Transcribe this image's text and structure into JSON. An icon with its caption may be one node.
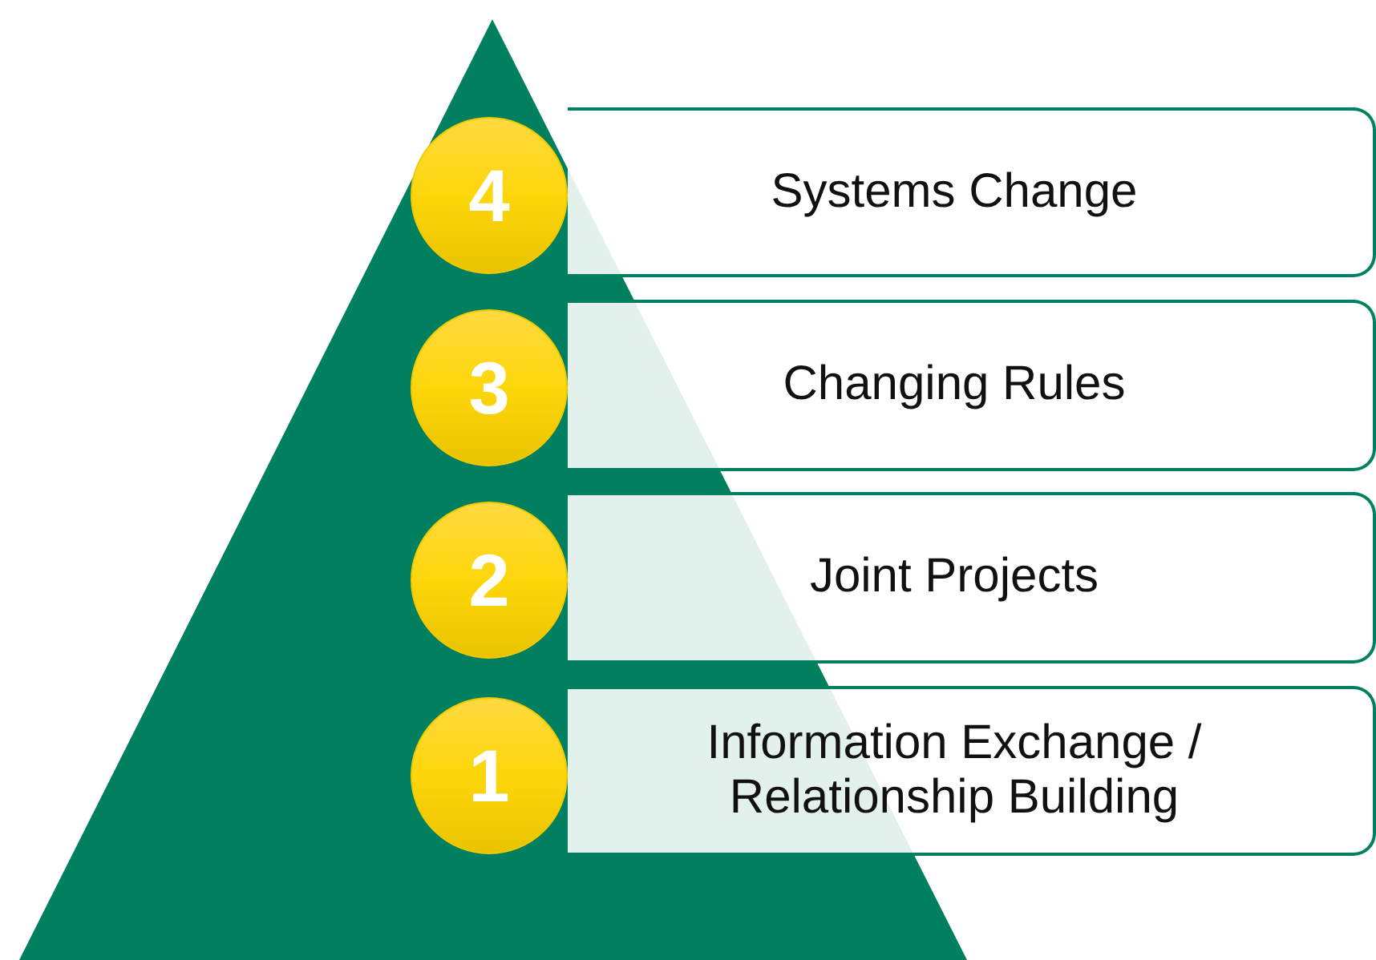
{
  "diagram": {
    "nodes": [
      {
        "text": [
          "4"
        ]
      },
      {
        "text": [
          "Systems Change"
        ]
      },
      {
        "text": [
          "3"
        ]
      },
      {
        "text": [
          "Changing Rules"
        ]
      },
      {
        "text": [
          "2"
        ]
      },
      {
        "text": [
          "Joint Projects"
        ]
      },
      {
        "text": [
          "1"
        ]
      },
      {
        "text": [
          "Information Exchange / Relationship Building"
        ]
      }
    ]
  }
}
